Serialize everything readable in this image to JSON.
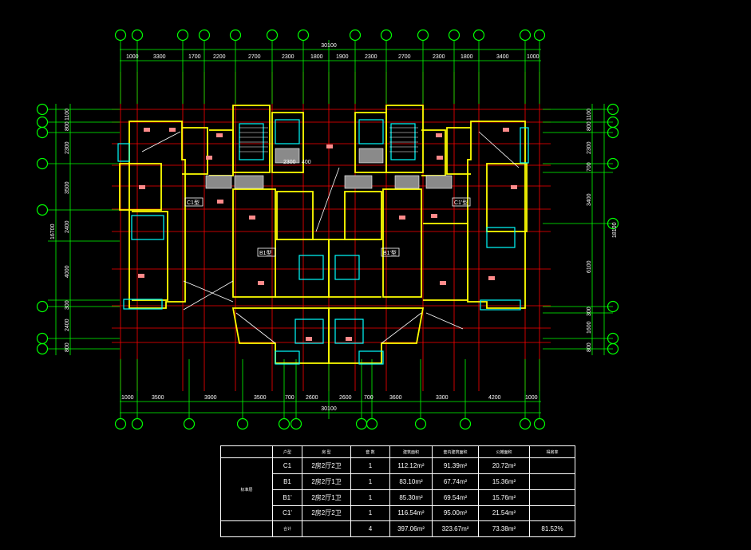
{
  "drawing": {
    "top_dims": [
      "1000",
      "3300",
      "1700",
      "2200",
      "2700",
      "2300",
      "1800",
      "1900",
      "2300",
      "2700",
      "2300",
      "1800",
      "3400",
      "1000"
    ],
    "top_total": "30100",
    "bottom_dims": [
      "1000",
      "3500",
      "3900",
      "3500",
      "700",
      "2600",
      "2600",
      "700",
      "3600",
      "3300",
      "4200",
      "1000"
    ],
    "bottom_total": "30100",
    "left_dims": [
      "1100",
      "800",
      "2300",
      "3500",
      "2400",
      "4000",
      "300",
      "2400",
      "800"
    ],
    "left_total": "16700",
    "right_dims": [
      "1100",
      "800",
      "2300",
      "700",
      "3400",
      "6100",
      "300",
      "1600",
      "800"
    ],
    "right_total": "18100",
    "unit_tags": [
      "C1型",
      "B1型",
      "B1'型",
      "C1'型"
    ],
    "stair_tags": [
      "2300",
      "400"
    ]
  },
  "schedule": {
    "headers": [
      "户型",
      "房  型",
      "套 数",
      "建筑面积",
      "套内建筑面积",
      "公摊面积",
      "得房率"
    ],
    "group_label": "标准层",
    "rows": [
      {
        "type": "C1",
        "rooms": "2房2厅2卫",
        "count": "1",
        "gross": "112.12m²",
        "net": "91.39m²",
        "shared": "20.72m²",
        "ratio": ""
      },
      {
        "type": "B1",
        "rooms": "2房2厅1卫",
        "count": "1",
        "gross": "83.10m²",
        "net": "67.74m²",
        "shared": "15.36m²",
        "ratio": ""
      },
      {
        "type": "B1'",
        "rooms": "2房2厅1卫",
        "count": "1",
        "gross": "85.30m²",
        "net": "69.54m²",
        "shared": "15.76m²",
        "ratio": ""
      },
      {
        "type": "C1'",
        "rooms": "2房2厅2卫",
        "count": "1",
        "gross": "116.54m²",
        "net": "95.00m²",
        "shared": "21.54m²",
        "ratio": ""
      },
      {
        "type": "合计",
        "rooms": "",
        "count": "4",
        "gross": "397.06m²",
        "net": "323.67m²",
        "shared": "73.38m²",
        "ratio": "81.52%"
      }
    ]
  },
  "colors": {
    "background": "#000000",
    "axis_red": "#ff0000",
    "grid_green": "#00ff00",
    "wall_yellow": "#ffff00",
    "furniture_cyan": "#00ffff",
    "magenta": "#ff00ff",
    "label_red": "#ff8080"
  }
}
